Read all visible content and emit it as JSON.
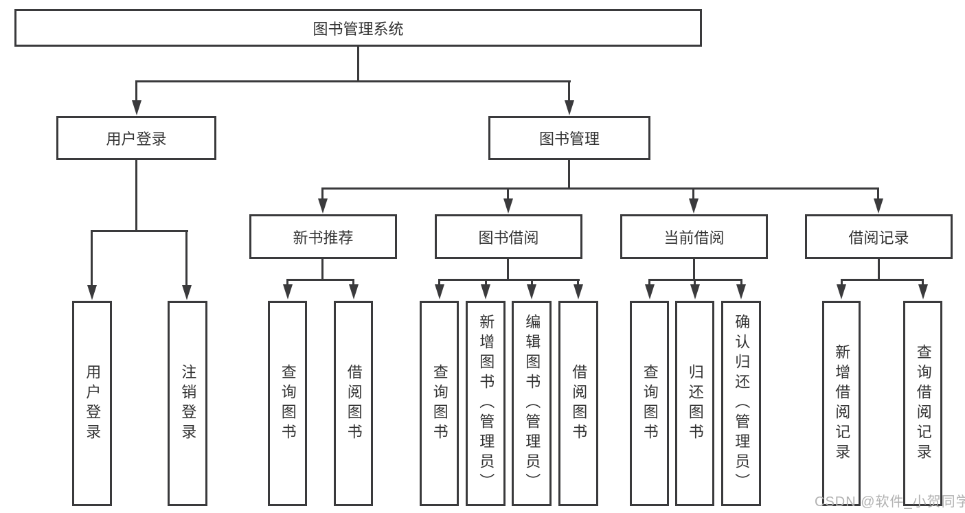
{
  "tree": {
    "label": "图书管理系统",
    "children": [
      {
        "label": "用户登录",
        "children": [
          {
            "label": "用户登录"
          },
          {
            "label": "注销登录"
          }
        ]
      },
      {
        "label": "图书管理",
        "children": [
          {
            "label": "新书推荐",
            "children": [
              {
                "label": "查询图书"
              },
              {
                "label": "借阅图书"
              }
            ]
          },
          {
            "label": "图书借阅",
            "children": [
              {
                "label": "查询图书"
              },
              {
                "label": "新增图书（管理员）"
              },
              {
                "label": "编辑图书（管理员）"
              },
              {
                "label": "借阅图书"
              }
            ]
          },
          {
            "label": "当前借阅",
            "children": [
              {
                "label": "查询图书"
              },
              {
                "label": "归还图书"
              },
              {
                "label": "确认归还（管理员）"
              }
            ]
          },
          {
            "label": "借阅记录",
            "children": [
              {
                "label": "新增借阅记录"
              },
              {
                "label": "查询借阅记录"
              }
            ]
          }
        ]
      }
    ]
  },
  "watermark": "CSDN @软件_小贺同学",
  "colors": {
    "line": "#3a3a3c",
    "text": "#333333",
    "watermark": "#b2b2b2",
    "background": "#ffffff"
  }
}
